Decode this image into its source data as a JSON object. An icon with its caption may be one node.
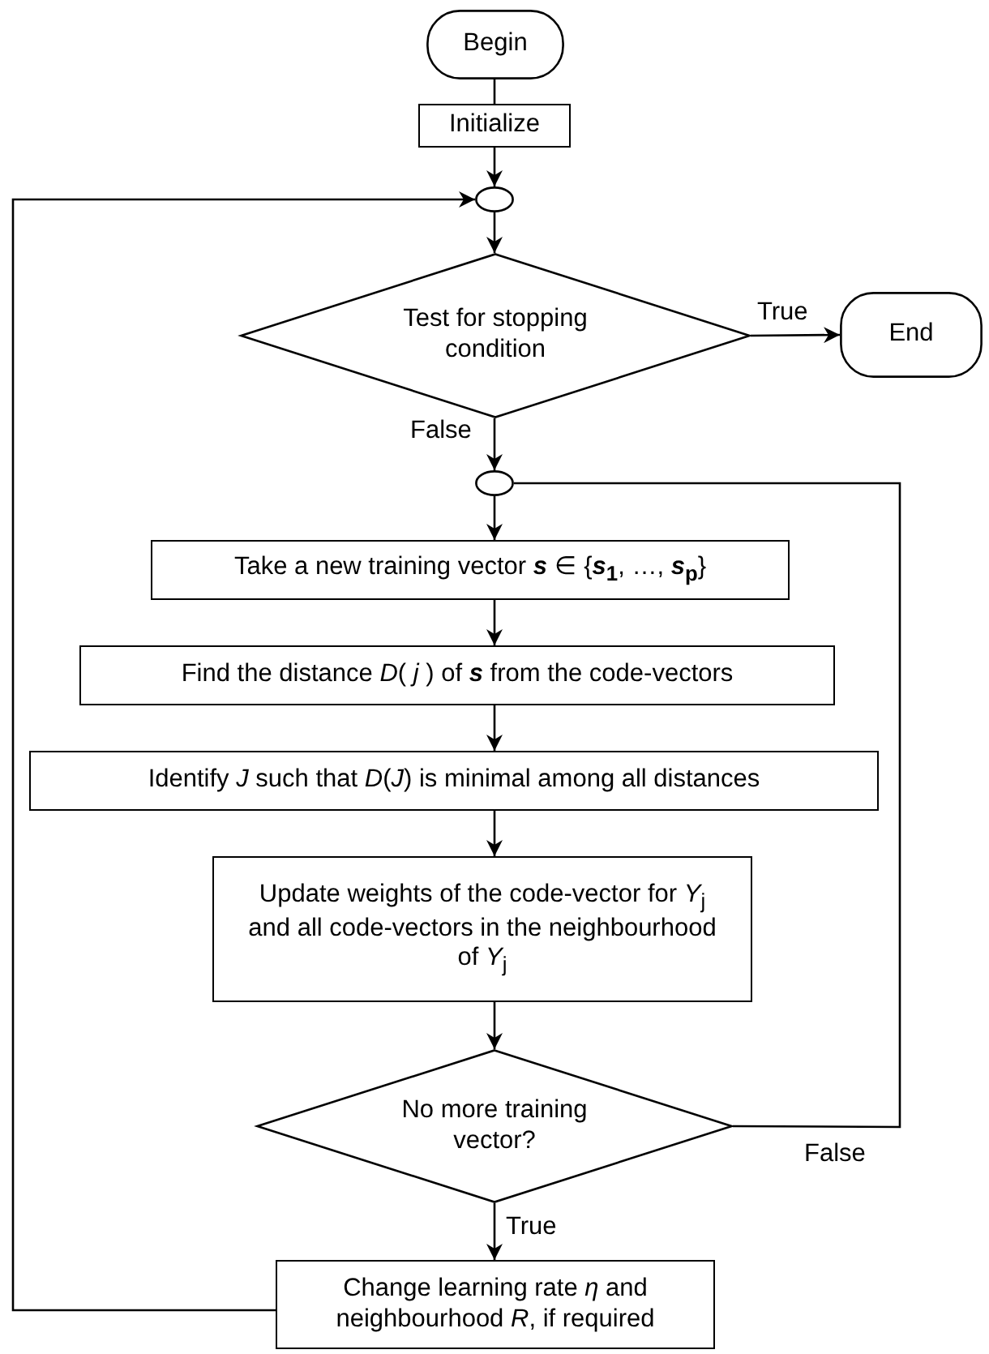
{
  "diagram": {
    "nodes": [
      {
        "text": [
          "Begin"
        ]
      },
      {
        "text": [
          "Initialize"
        ]
      },
      {
        "text": [],
        "shape": "circle"
      },
      {
        "text": [
          "Test for stopping condition"
        ]
      },
      {
        "text": [
          "End"
        ]
      },
      {
        "text": [],
        "shape": "circle"
      },
      {
        "text": [
          "Take a new training vector **s** ∈ {**s**$_{1}$, …, **s**$_{p}$}"
        ]
      },
      {
        "text": [
          "Find the distance *D*( *j* ) of **s** from the code-vectors"
        ]
      },
      {
        "text": [
          "Identify *J* such that *D*(*J*) is minimal among all distances"
        ]
      },
      {
        "text": [
          "Update weights of the code-vector for *Y*$_{j}$ and all code-vectors in the neighbourhood of *Y*$_{j}$"
        ]
      },
      {
        "text": [
          "No more training vector?"
        ]
      },
      {
        "text": [
          "Change learning rate *η* and neighbourhood *R*, if required"
        ]
      }
    ],
    "edges": [
      {
        "from": 0,
        "to": 1,
        "arrow": "none"
      },
      {
        "from": 1,
        "to": 2,
        "arrow": "to"
      },
      {
        "from": 2,
        "to": 3,
        "arrow": "to"
      },
      {
        "from": 3,
        "to": 4,
        "arrow": "to",
        "label": "True"
      },
      {
        "from": 3,
        "to": 5,
        "arrow": "to",
        "label": "False"
      },
      {
        "from": 5,
        "to": 6,
        "arrow": "to"
      },
      {
        "from": 6,
        "to": 7,
        "arrow": "to"
      },
      {
        "from": 7,
        "to": 8,
        "arrow": "to"
      },
      {
        "from": 8,
        "to": 9,
        "arrow": "to"
      },
      {
        "from": 9,
        "to": 10,
        "arrow": "to"
      },
      {
        "from": 10,
        "to": 5,
        "arrow": "none",
        "label": "False"
      },
      {
        "from": 10,
        "to": 11,
        "arrow": "to",
        "label": "True"
      },
      {
        "from": 11,
        "to": 2,
        "arrow": "to"
      }
    ]
  }
}
